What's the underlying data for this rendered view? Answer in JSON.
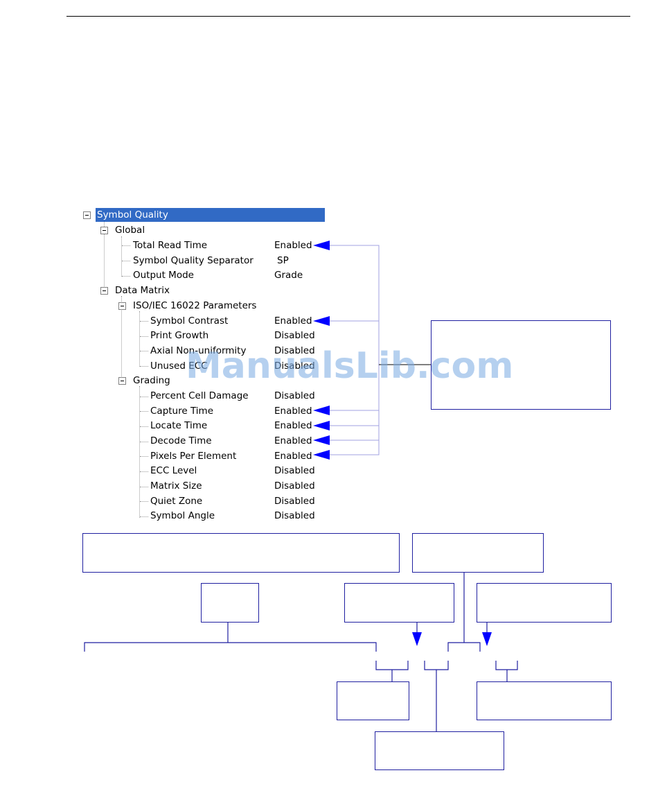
{
  "tree": {
    "root": "Symbol Quality",
    "global": {
      "label": "Global",
      "items": [
        {
          "label": "Total Read Time",
          "value": "Enabled"
        },
        {
          "label": "Symbol Quality Separator",
          "value": "SP"
        },
        {
          "label": "Output Mode",
          "value": "Grade"
        }
      ]
    },
    "data_matrix": {
      "label": "Data Matrix",
      "iso": {
        "label": "ISO/IEC 16022 Parameters",
        "items": [
          {
            "label": "Symbol Contrast",
            "value": "Enabled"
          },
          {
            "label": "Print Growth",
            "value": "Disabled"
          },
          {
            "label": "Axial Non-uniformity",
            "value": "Disabled"
          },
          {
            "label": "Unused ECC",
            "value": "Disabled"
          }
        ]
      },
      "grading": {
        "label": "Grading",
        "items": [
          {
            "label": "Percent Cell Damage",
            "value": "Disabled"
          },
          {
            "label": "Capture Time",
            "value": "Enabled"
          },
          {
            "label": "Locate Time",
            "value": "Enabled"
          },
          {
            "label": "Decode Time",
            "value": "Enabled"
          },
          {
            "label": "Pixels Per Element",
            "value": "Enabled"
          },
          {
            "label": "ECC Level",
            "value": "Disabled"
          },
          {
            "label": "Matrix Size",
            "value": "Disabled"
          },
          {
            "label": "Quiet Zone",
            "value": "Disabled"
          },
          {
            "label": "Symbol Angle",
            "value": "Disabled"
          }
        ]
      }
    }
  },
  "watermark": "ManualsLib.com",
  "colors": {
    "selection": "#316ac5",
    "arrow": "#0000ff",
    "connector": "#a0a0e0",
    "box_border": "#1f1fa0"
  }
}
